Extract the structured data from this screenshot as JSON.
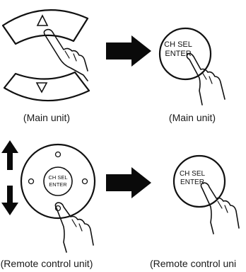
{
  "top": {
    "left_caption": "(Main unit)",
    "right_caption": "(Main unit)",
    "button_line1": "CH SEL",
    "button_line2": "ENTER"
  },
  "bottom": {
    "left_caption": "(Remote control unit)",
    "right_caption": "(Remote control uni",
    "pad_line1": "CH SEL",
    "pad_line2": "ENTER",
    "button_line1": "CH SEL",
    "button_line2": "ENTER"
  },
  "colors": {
    "ink": "#111111",
    "arrow": "#0a0a0a",
    "paper": "#ffffff"
  },
  "icons": [
    "up-triangle-icon",
    "down-triangle-icon",
    "right-arrow-icon",
    "up-down-arrow-icon",
    "pointing-hand-icon"
  ]
}
